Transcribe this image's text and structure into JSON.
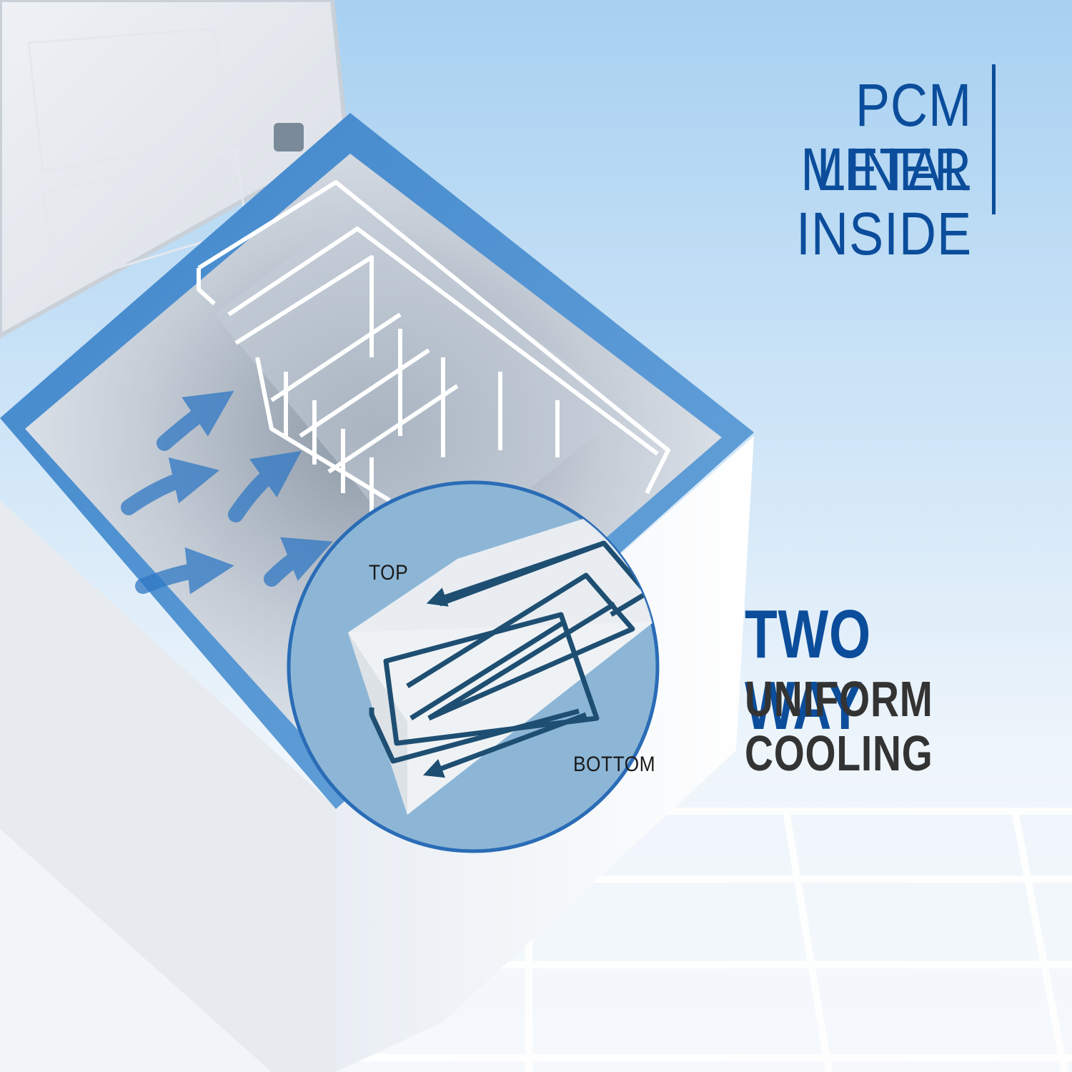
{
  "headline_top": {
    "line1": "PCM METAL",
    "line2": "LINER INSIDE"
  },
  "headline_mid": {
    "line1": "TWO WAY",
    "line2": "UNIFORM COOLING"
  },
  "diagram_labels": {
    "top": "TOP",
    "bottom": "BOTTOM"
  },
  "colors": {
    "brand_blue": "#0b4d9b",
    "dark_text": "#333333",
    "sky_top": "#a9d1f2",
    "sky_bottom": "#f4f8fc",
    "liner_blue": "#5e99d1",
    "circle_fill": "#8db6d6",
    "circle_border": "#2a6cb6",
    "coil": "#1e4f72"
  },
  "icons": [
    "airflow-arrow-icon",
    "coil-arrow-icon"
  ]
}
